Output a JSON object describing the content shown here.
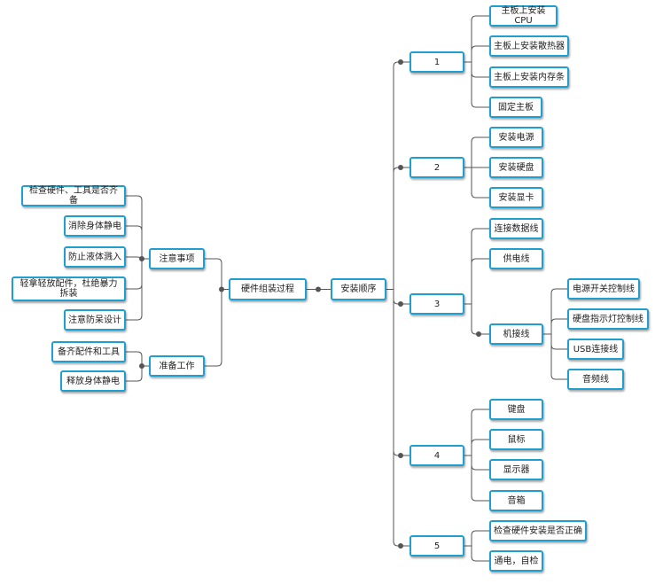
{
  "colors": {
    "border": "#1f9fd0",
    "line": "#555555",
    "text": "#222222"
  },
  "root": {
    "label": "硬件组装过程"
  },
  "left": {
    "notes": {
      "label": "注意事项",
      "items": [
        "检查硬件、工具是否齐备",
        "消除身体静电",
        "防止液体溅入",
        "轻拿轻放配件，杜绝暴力拆装",
        "注意防呆设计"
      ]
    },
    "prep": {
      "label": "准备工作",
      "items": [
        "备齐配件和工具",
        "释放身体静电"
      ]
    }
  },
  "right": {
    "label": "安装顺序",
    "steps": [
      {
        "label": "1",
        "items": [
          "主板上安装CPU",
          "主板上安装散热器",
          "主板上安装内存条",
          "固定主板"
        ]
      },
      {
        "label": "2",
        "items": [
          "安装电源",
          "安装硬盘",
          "安装显卡"
        ]
      },
      {
        "label": "3",
        "items": [
          "连接数据线",
          "供电线",
          "机接线"
        ],
        "sub": [
          "电源开关控制线",
          "硬盘指示灯控制线",
          "USB连接线",
          "音频线"
        ]
      },
      {
        "label": "4",
        "items": [
          "键盘",
          "鼠标",
          "显示器",
          "音箱"
        ]
      },
      {
        "label": "5",
        "items": [
          "检查硬件安装是否正确",
          "通电，自检"
        ]
      }
    ]
  }
}
